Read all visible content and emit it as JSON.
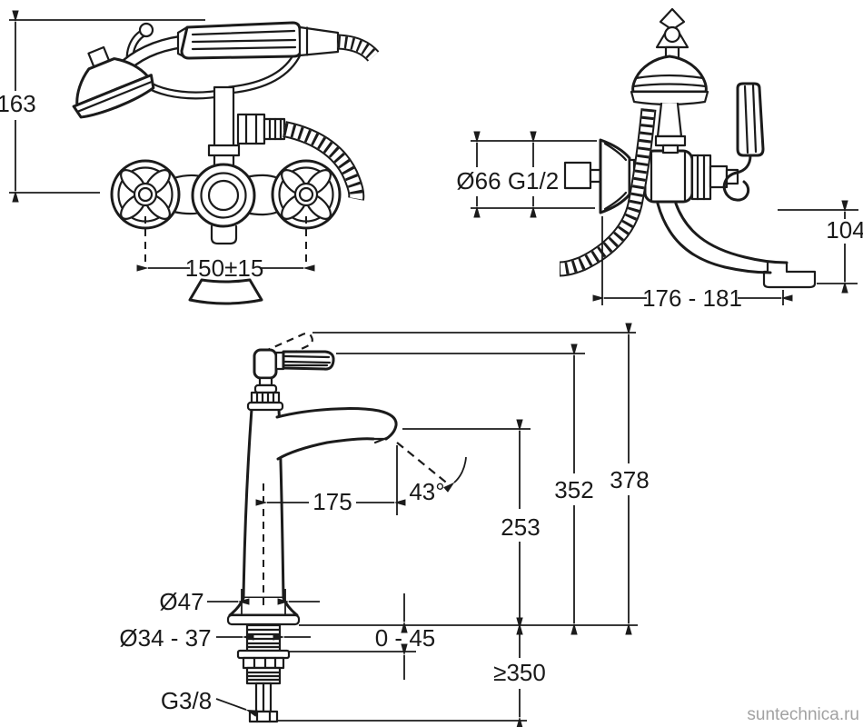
{
  "watermark": "suntechnica.ru",
  "front_view": {
    "overall_height": "163",
    "handle_centers": "150±15"
  },
  "side_view": {
    "escutcheon_diameter": "Ø66",
    "connection_thread": "G1/2",
    "spout_height": "104",
    "spout_reach": "176 - 181"
  },
  "basin_view": {
    "spout_reach": "175",
    "spray_angle": "43°",
    "spout_height": "253",
    "handle_top_height": "352",
    "overall_height": "378",
    "body_diameter": "Ø47",
    "mounting_hole": "Ø34 - 37",
    "deck_thickness": "0 - 45",
    "min_clearance": "≥350",
    "supply_thread": "G3/8"
  }
}
